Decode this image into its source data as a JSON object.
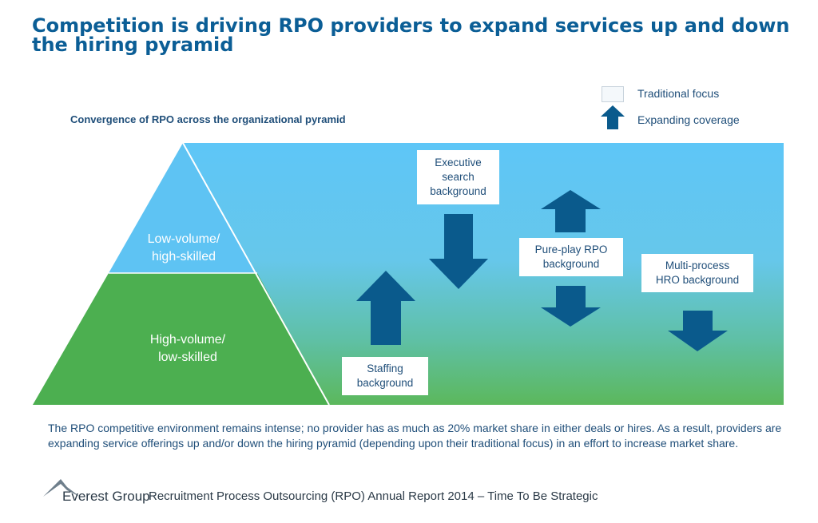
{
  "title": "Competition is driving RPO providers to expand services up and down the hiring pyramid",
  "subtitle": "Convergence of RPO across the organizational pyramid",
  "legend": {
    "traditional_focus": "Traditional focus",
    "expanding_coverage": "Expanding coverage"
  },
  "pyramid": {
    "top": "Low-volume/\nhigh-skilled",
    "bottom": "High-volume/\nlow-skilled"
  },
  "providers": {
    "executive_search": "Executive\nsearch\nbackground",
    "pure_play": "Pure-play RPO\nbackground",
    "multi_process": "Multi-process\nHRO background",
    "staffing": "Staffing\nbackground"
  },
  "body_text": "The RPO competitive environment remains intense; no provider has as much as 20% market share in either deals or hires. As a result, providers are expanding service offerings up and/or down the hiring pyramid (depending upon their traditional focus) in an effort to increase market share.",
  "footer": {
    "brand": "Everest Group",
    "report": "Recruitment Process Outsourcing (RPO) Annual Report 2014 – Time To Be Strategic"
  },
  "colors": {
    "title": "#0b5e96",
    "arrow": "#0a5a8c",
    "pyramid_top": "#5cc4f4",
    "pyramid_bottom": "#4caf50",
    "gradient_top": "#5ec6f7",
    "gradient_bottom": "#5cb85c"
  }
}
